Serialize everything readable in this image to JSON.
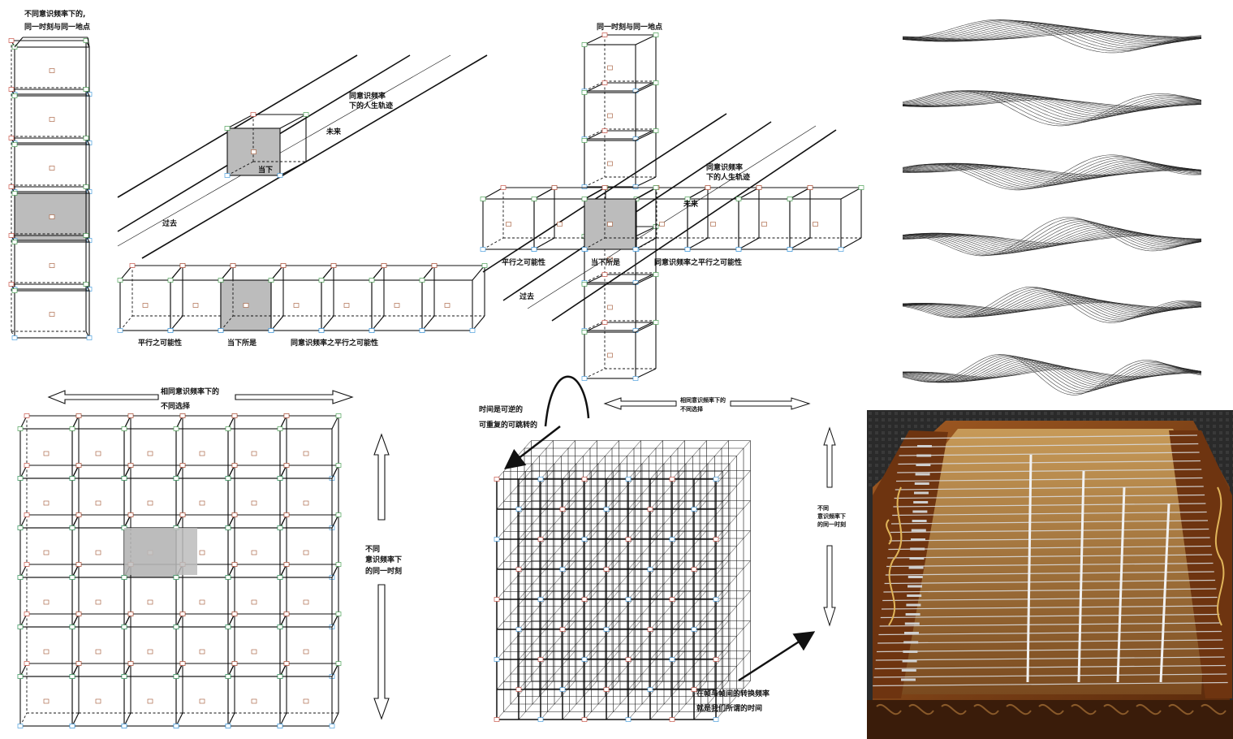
{
  "colors": {
    "accent": "#c0392b",
    "green": "#2f8f3a",
    "blue": "#2f8fd8",
    "orange": "#a0522d",
    "shade": "#bcbcbc",
    "wood": "#8b4a1c",
    "gold": "#d4a84a"
  },
  "panel1": {
    "title_line1": "不同意识频率下的,",
    "title_line2": "同一时刻与同一地点"
  },
  "panel2": {
    "trajectory_line1": "同意识频率",
    "trajectory_line2": "下的人生轨迹",
    "future": "未来",
    "present": "当下",
    "past": "过去",
    "label_left": "平行之可能性",
    "label_center": "当下所是",
    "label_right": "同意识频率之平行之可能性"
  },
  "panel3": {
    "title": "同一时刻与同一地点",
    "trajectory_line1": "同意识频率",
    "trajectory_line2": "下的人生轨迹",
    "future": "未来",
    "past": "过去",
    "label_left": "平行之可能性",
    "label_center": "当下所是",
    "label_right": "同意识频率之平行之可能性"
  },
  "panel4": {
    "top_line1": "相同意识频率下的",
    "top_line2": "不同选择",
    "side_line1": "不同",
    "side_line2": "意识频率下",
    "side_line3": "的同一时刻"
  },
  "panel5": {
    "left_line1": "时间是可逆的",
    "left_line2": "可重复的可跳转的",
    "top_line1": "相同意识频率下的",
    "top_line2": "不同选择",
    "side_line1": "不同",
    "side_line2": "意识频率下",
    "side_line3": "的同一时刻",
    "bottom_line1": "在帧与帧间的转换频率",
    "bottom_line2": "就是我们所谓的时间"
  },
  "waves": {
    "count": 6
  },
  "photo": {
    "subject": "dulcimer-photo"
  }
}
